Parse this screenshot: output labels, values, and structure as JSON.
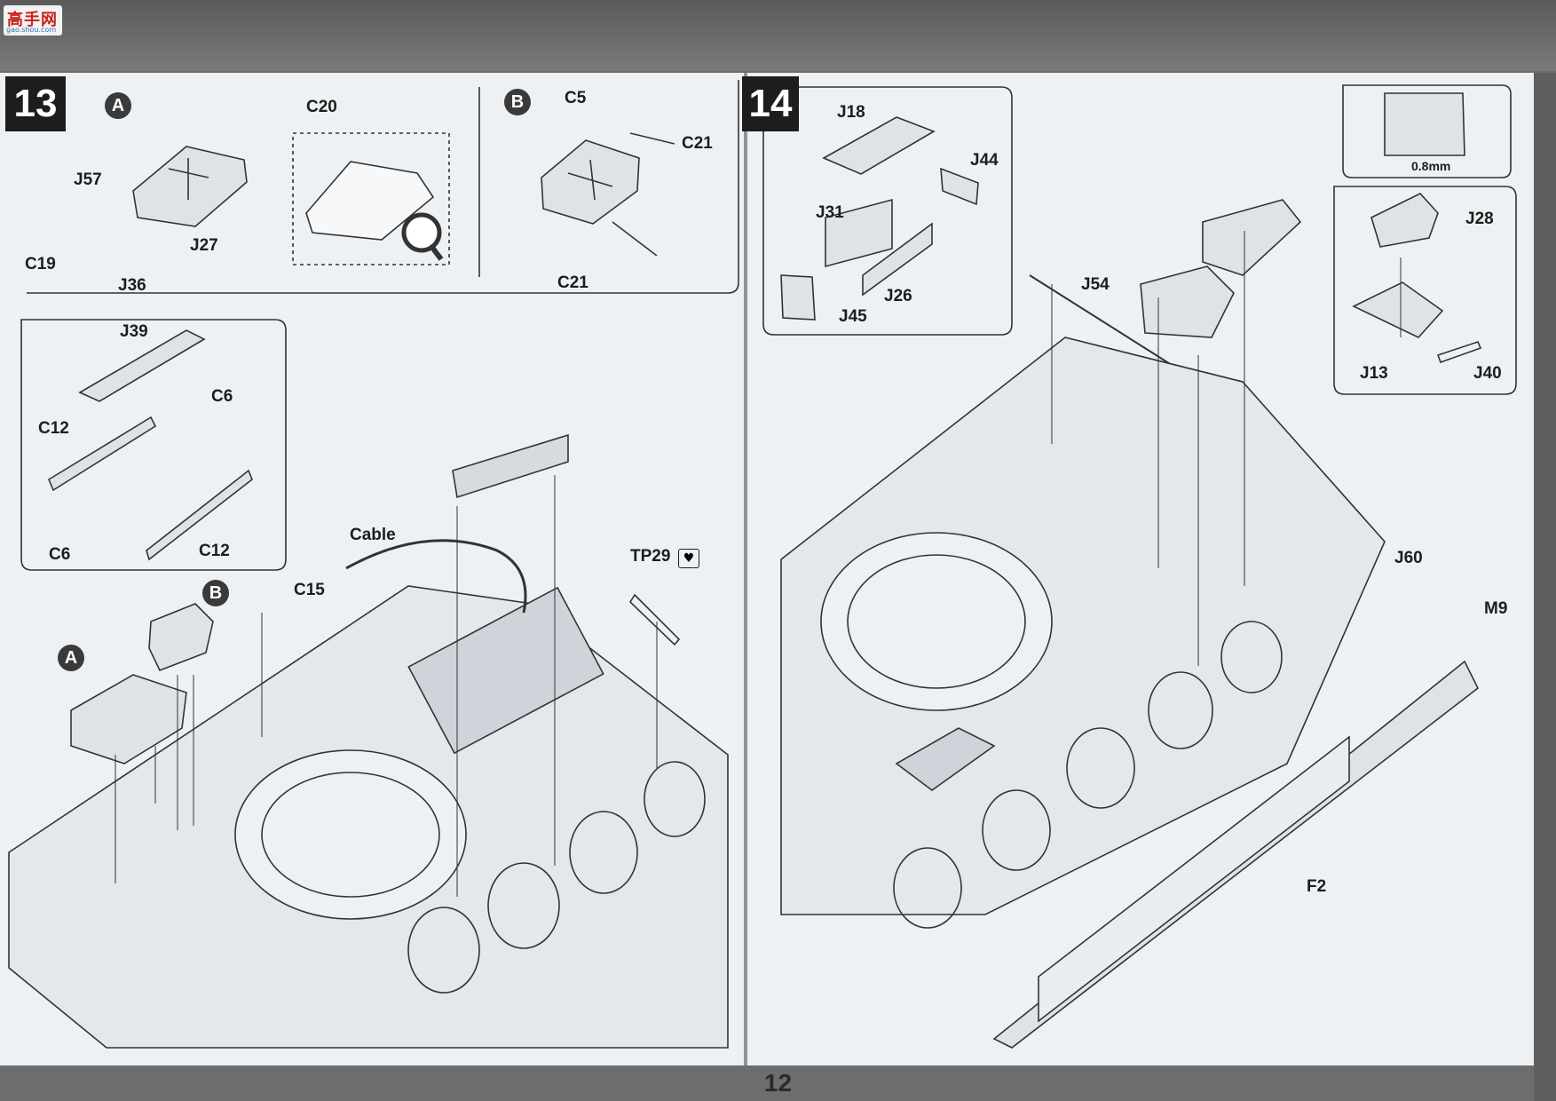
{
  "watermark": {
    "chars": "高手网",
    "url": "gao.shou.com"
  },
  "page_number": "12",
  "step13": {
    "number": "13",
    "sub_a": "A",
    "sub_b": "B",
    "labels": {
      "C20": "C20",
      "J57": "J57",
      "J27": "J27",
      "C19": "C19",
      "J36": "J36",
      "C5": "C5",
      "C21a": "C21",
      "C21b": "C21",
      "J39": "J39",
      "C6a": "C6",
      "C12a": "C12",
      "C6b": "C6",
      "C12b": "C12",
      "Cable": "Cable",
      "C15": "C15",
      "TP29": "TP29"
    }
  },
  "step14": {
    "number": "14",
    "labels": {
      "J18": "J18",
      "J44": "J44",
      "J31": "J31",
      "J26": "J26",
      "J45": "J45",
      "J54": "J54",
      "J28": "J28",
      "J13": "J13",
      "J40": "J40",
      "J60": "J60",
      "M9": "M9",
      "F2": "F2"
    },
    "dimension": "0.8mm"
  }
}
